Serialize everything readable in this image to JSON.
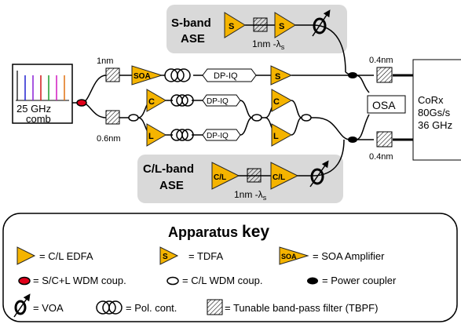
{
  "sband": {
    "title_line1": "S-band",
    "title_line2": "ASE",
    "filter_label": "1nm -λ",
    "filter_sub": "s",
    "amp_letter": "S"
  },
  "clband": {
    "title_line1": "C/L-band",
    "title_line2": "ASE",
    "filter_label": "1nm -λ",
    "filter_sub": "s",
    "amp_letter": "C/L"
  },
  "comb": {
    "line1": "25 GHz",
    "line2": "comb"
  },
  "filters": {
    "top_left": "1nm",
    "bottom_left": "0.6nm",
    "top_right": "0.4nm",
    "bottom_right": "0.4nm"
  },
  "modulators": {
    "s": "DP-IQ",
    "c": "DP-IQ",
    "l": "DP-IQ"
  },
  "amps": {
    "soa": "SOA",
    "s": "S",
    "c": "C",
    "l": "L"
  },
  "osa": "OSA",
  "corx": {
    "line1": "CoRx",
    "line2": "80Gs/s",
    "line3": "36 GHz"
  },
  "key": {
    "title_word1": "Apparatus",
    "title_word2": "key",
    "edfa": "= C/L EDFA",
    "tdfa": "= TDFA",
    "soa": "= SOA Amplifier",
    "scl_wdm": "= S/C+L WDM coup.",
    "cl_wdm": "= C/L WDM coup.",
    "power_coupler": "= Power coupler",
    "voa": "= VOA",
    "pol_cont": "= Pol. cont.",
    "tbpf": "= Tunable band-pass filter (TBPF)"
  },
  "colors": {
    "amp_fill": "#f5b400",
    "ase_box": "#d9d9d9",
    "wdm_red": "#e0001a"
  }
}
